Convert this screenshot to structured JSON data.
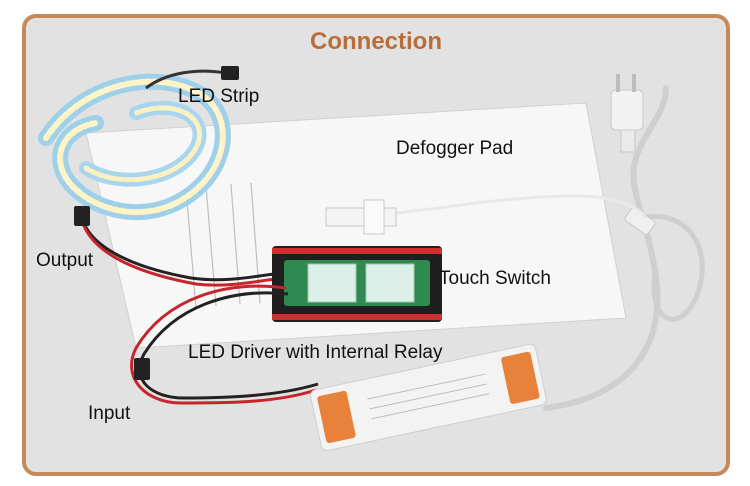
{
  "title": "Connection",
  "labels": {
    "led_strip": "LED Strip",
    "defogger_pad": "Defogger Pad",
    "output": "Output",
    "touch_switch": "Touch Switch",
    "led_driver": "LED Driver with Internal Relay",
    "input": "Input"
  },
  "colors": {
    "border": "#c58a57",
    "title": "#b96d3a",
    "background": "#e2e2e2"
  }
}
